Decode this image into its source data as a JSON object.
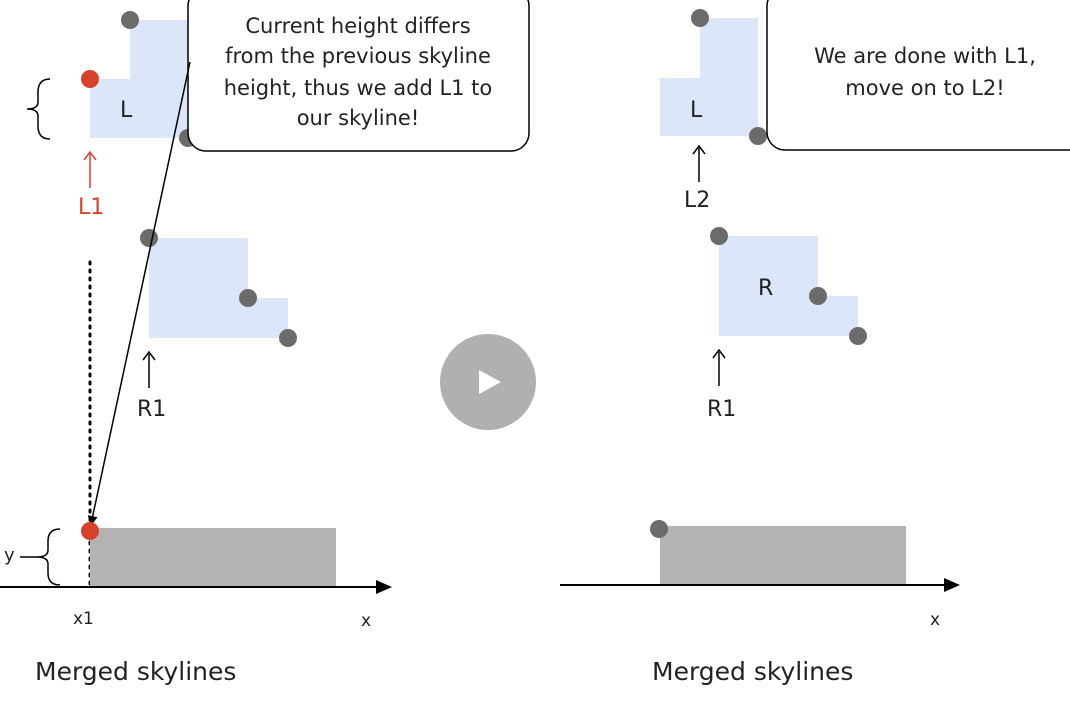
{
  "left_panel": {
    "callout_lines": [
      "Current height differs",
      "from the previous skyline",
      "height, thus we add L1 to",
      "our skyline!"
    ],
    "shape_label": "L",
    "pointer_l1": "L1",
    "pointer_r1": "R1",
    "brace_label": "y",
    "x_tick": "x1",
    "x_axis_label": "x",
    "caption": "Merged skylines"
  },
  "right_panel": {
    "callout_lines": [
      "We are done with L1,",
      "move on to L2!"
    ],
    "shape_label_l": "L",
    "shape_label_r": "R",
    "pointer_l2": "L2",
    "pointer_r1": "R1",
    "x_axis_label": "x",
    "caption": "Merged skylines"
  },
  "play_button": {
    "icon": "play-icon"
  },
  "colors": {
    "shape_fill": "#dbe6f8",
    "merged_fill": "#b3b3b3",
    "point_gray": "#6b6b6b",
    "point_red": "#d9402b"
  }
}
